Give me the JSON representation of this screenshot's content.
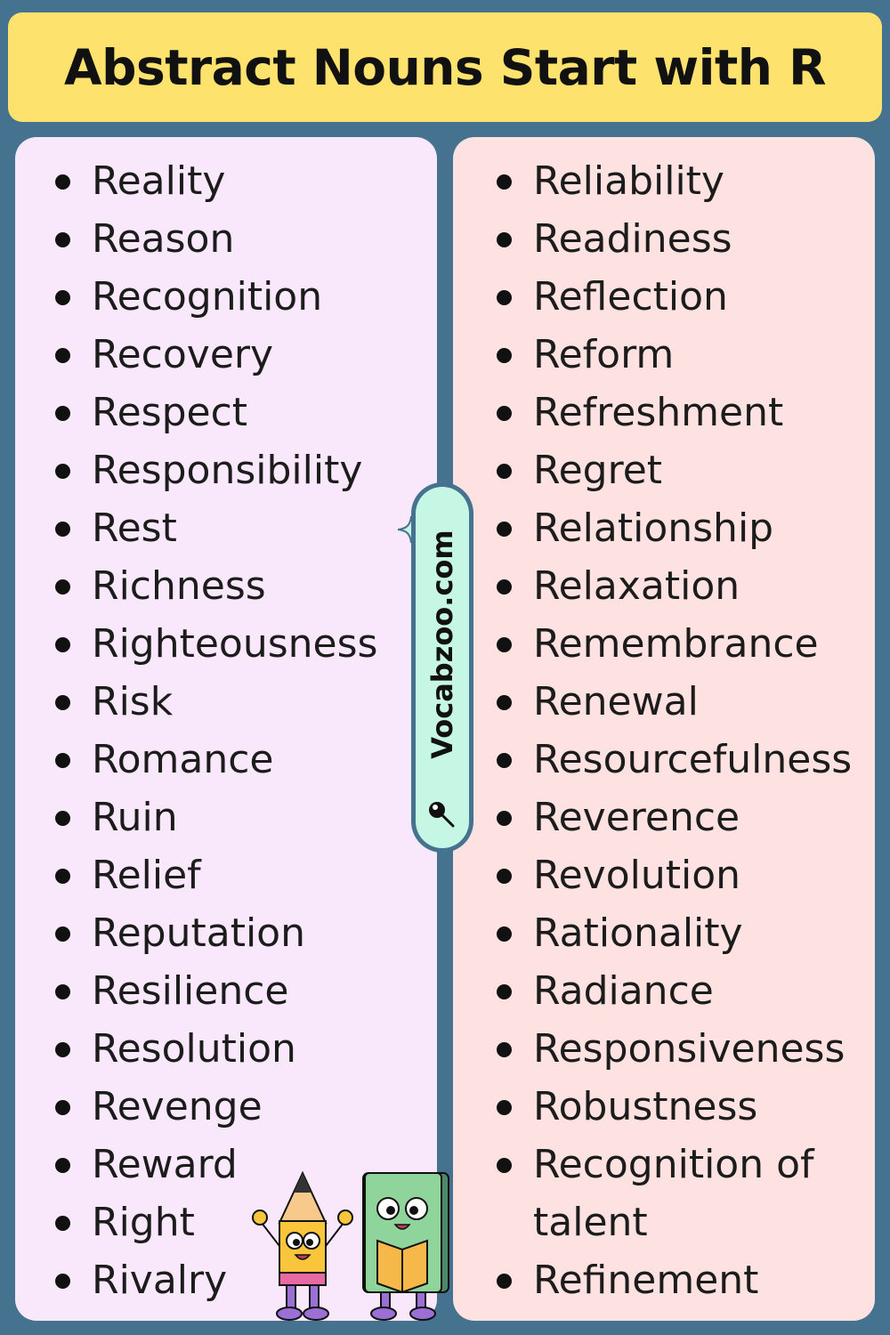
{
  "title": "Abstract Nouns Start with R",
  "left_words": [
    "Reality",
    "Reason",
    "Recognition",
    "Recovery",
    "Respect",
    "Responsibility",
    "Rest",
    "Richness",
    "Righteousness",
    "Risk",
    "Romance",
    "Ruin",
    "Relief",
    "Reputation",
    "Resilience",
    "Resolution",
    "Revenge",
    "Reward",
    "Right",
    "Rivalry"
  ],
  "right_words": [
    "Reliability",
    "Readiness",
    "Reflection",
    "Reform",
    "Refreshment",
    "Regret",
    "Relationship",
    "Relaxation",
    "Remembrance",
    "Renewal",
    "Resourcefulness",
    "Reverence",
    "Revolution",
    "Rationality",
    "Radiance",
    "Responsiveness",
    "Robustness",
    "Recognition of talent",
    "Refinement"
  ],
  "brand": "Vocabzoo.com",
  "icons": {
    "sparkle": "sparkle-icon",
    "magnifier": "magnifier-icon",
    "mascots": "pencil-and-book-mascots"
  },
  "colors": {
    "background": "#44728f",
    "banner": "#fde26e",
    "left_panel": "#f9e8fb",
    "right_panel": "#fde2e1",
    "brand_pill": "#c6f6e4"
  }
}
